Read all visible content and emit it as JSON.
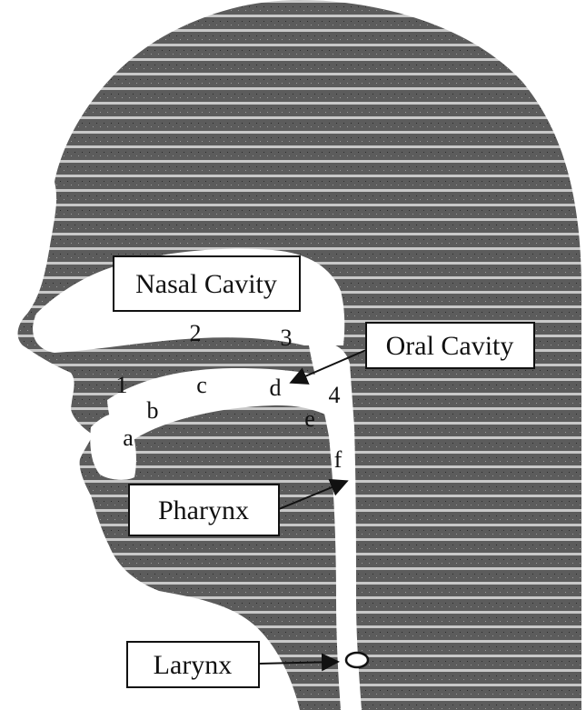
{
  "diagram": {
    "boxes": {
      "nasal_cavity": "Nasal Cavity",
      "oral_cavity": "Oral Cavity",
      "pharynx": "Pharynx",
      "larynx": "Larynx"
    },
    "points": {
      "one": "1",
      "two": "2",
      "three": "3",
      "four": "4",
      "a": "a",
      "b": "b",
      "c": "c",
      "d": "d",
      "e": "e",
      "f": "f"
    }
  }
}
